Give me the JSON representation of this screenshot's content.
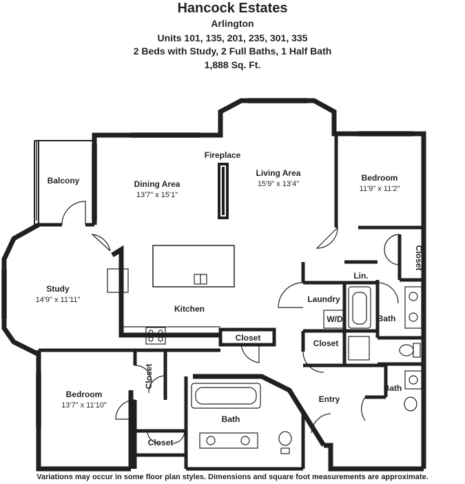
{
  "header": {
    "property": "Hancock Estates",
    "location": "Arlington",
    "units": "Units 101, 135, 201, 235, 301, 335",
    "layout": "2 Beds with Study, 2 Full Baths, 1 Half Bath",
    "area": "1,888 Sq. Ft."
  },
  "rooms": {
    "balcony": "Balcony",
    "fireplace": "Fireplace",
    "dining": {
      "name": "Dining Area",
      "dims": "13'7\" x 15'1\""
    },
    "living": {
      "name": "Living Area",
      "dims": "15'9\" x 13'4\""
    },
    "bedroom_right": {
      "name": "Bedroom",
      "dims": "11'9\" x 11'2\""
    },
    "closet_right": "Closet",
    "linen": "Lin.",
    "study": {
      "name": "Study",
      "dims": "14'9\" x 11'11\""
    },
    "kitchen": "Kitchen",
    "laundry": "Laundry",
    "wd": "W/D",
    "bath_right": "Bath",
    "closet_kitchen": "Closet",
    "closet_entry": "Closet",
    "bedroom_left": {
      "name": "Bedroom",
      "dims": "13'7\" x 11'10\""
    },
    "closet_left_vertical": "Closet",
    "bath_center": "Bath",
    "bath_half": "Bath",
    "entry": "Entry",
    "closet_bottom": "Closet"
  },
  "footer": "Variations may occur in some floor plan styles. Dimensions and square foot measurements are approximate."
}
